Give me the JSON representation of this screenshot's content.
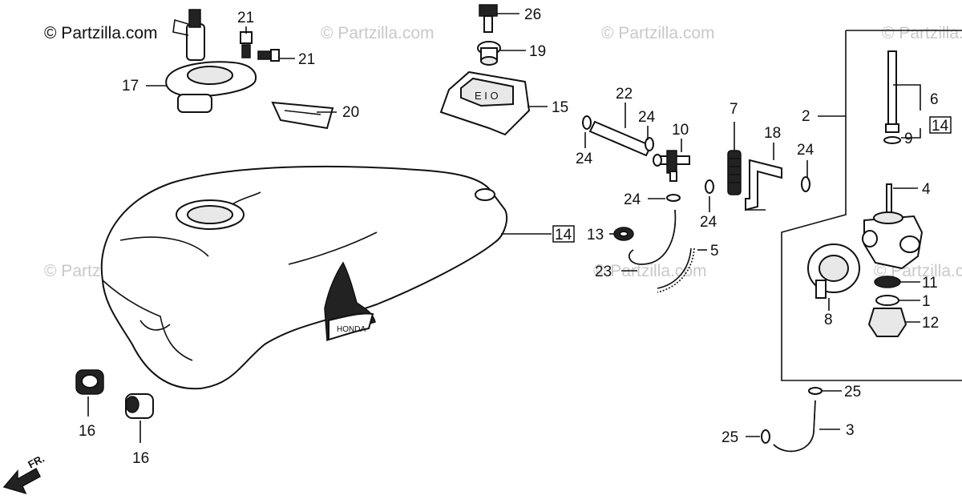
{
  "copyright": "© Partzilla.com",
  "watermark": "© Partzilla.com",
  "direction_label": "FR.",
  "callouts": {
    "c1": "1",
    "c2": "2",
    "c3": "3",
    "c4": "4",
    "c5": "5",
    "c6": "6",
    "c7": "7",
    "c8": "8",
    "c9": "9",
    "c10": "10",
    "c11": "11",
    "c12": "12",
    "c13": "13",
    "c14a": "14",
    "c14b": "14",
    "c15": "15",
    "c16a": "16",
    "c16b": "16",
    "c17": "17",
    "c18": "18",
    "c19": "19",
    "c20": "20",
    "c21a": "21",
    "c21b": "21",
    "c22": "22",
    "c23": "23",
    "c24a": "24",
    "c24b": "24",
    "c24c": "24",
    "c24d": "24",
    "c24e": "24",
    "c25a": "25",
    "c25b": "25",
    "c26": "26"
  }
}
